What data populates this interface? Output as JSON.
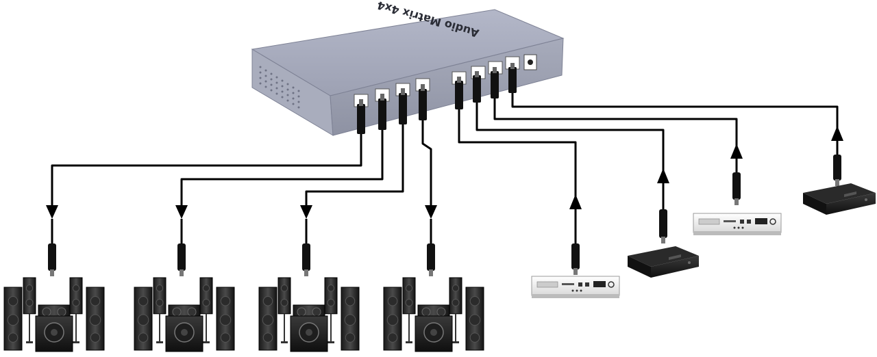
{
  "device": {
    "label": "Audio Matrix 4x4",
    "body_color": "#a3a7b8",
    "port_count_outputs": 4,
    "port_count_inputs": 4
  },
  "cable_color": "#000000",
  "outputs": [
    {
      "icon": "speaker-system-icon"
    },
    {
      "icon": "speaker-system-icon"
    },
    {
      "icon": "speaker-system-icon"
    },
    {
      "icon": "speaker-system-icon"
    }
  ],
  "inputs": [
    {
      "icon": "dvd-player-icon"
    },
    {
      "icon": "set-top-box-icon"
    },
    {
      "icon": "dvd-player-icon"
    },
    {
      "icon": "set-top-box-icon"
    }
  ]
}
